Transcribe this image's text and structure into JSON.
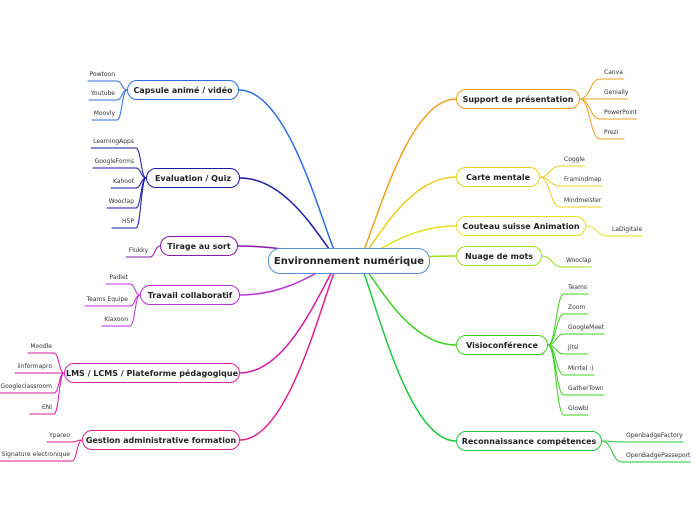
{
  "central": "Environnement numérique",
  "colors": {
    "capsule": "#2f6fe0",
    "evaluation": "#1a1aa8",
    "tirage": "#8a1aa8",
    "travail": "#b833d4",
    "lms": "#d61fa8",
    "gestion": "#e0208f",
    "support": "#f2a020",
    "carte": "#e8d020",
    "couteau": "#e8e020",
    "nuage": "#9ce020",
    "visio": "#40d020",
    "reconnaissance": "#20c840"
  },
  "branches": {
    "capsule": {
      "label": "Capsule animé / vidéo",
      "leaves": [
        "Powtoon",
        "Youtube",
        "Moovly"
      ]
    },
    "evaluation": {
      "label": "Evaluation / Quiz",
      "leaves": [
        "LearningApps",
        "GoogleForms",
        "Kahoot",
        "Wooclap",
        "H5P"
      ]
    },
    "tirage": {
      "label": "Tirage au sort",
      "leaves": [
        "Flukky"
      ]
    },
    "travail": {
      "label": "Travail collaboratif",
      "leaves": [
        "Padlet",
        "Teams Equipe",
        "Klaxoon"
      ]
    },
    "lms": {
      "label": "LMS / LCMS / Plateforme pédagogique",
      "leaves": [
        "Moodle",
        "iinformapro",
        "Googleclassroom",
        "ENI"
      ]
    },
    "gestion": {
      "label": "Gestion administrative formation",
      "leaves": [
        "Ypareo",
        "Signature electronique"
      ]
    },
    "support": {
      "label": "Support de présentation",
      "leaves": [
        "Canva",
        "Genially",
        "PowerPoint",
        "Prezi"
      ]
    },
    "carte": {
      "label": "Carte mentale",
      "leaves": [
        "Coggle",
        "Framindmap",
        "Mindmeister"
      ]
    },
    "couteau": {
      "label": "Couteau suisse Animation",
      "leaves": [
        "LaDigitale"
      ]
    },
    "nuage": {
      "label": "Nuage de mots",
      "leaves": [
        "Wooclap"
      ]
    },
    "visio": {
      "label": "Visioconférence",
      "leaves": [
        "Teams",
        "Zoom",
        "GoogleMeet",
        "Jitsi",
        "Mirrtel :)",
        "GatherTown",
        "Glowbl"
      ]
    },
    "reconnaissance": {
      "label": "Reconnaissance compétences",
      "leaves": [
        "OpenbadgeFactory",
        "OpenBadgePasseport"
      ]
    }
  }
}
